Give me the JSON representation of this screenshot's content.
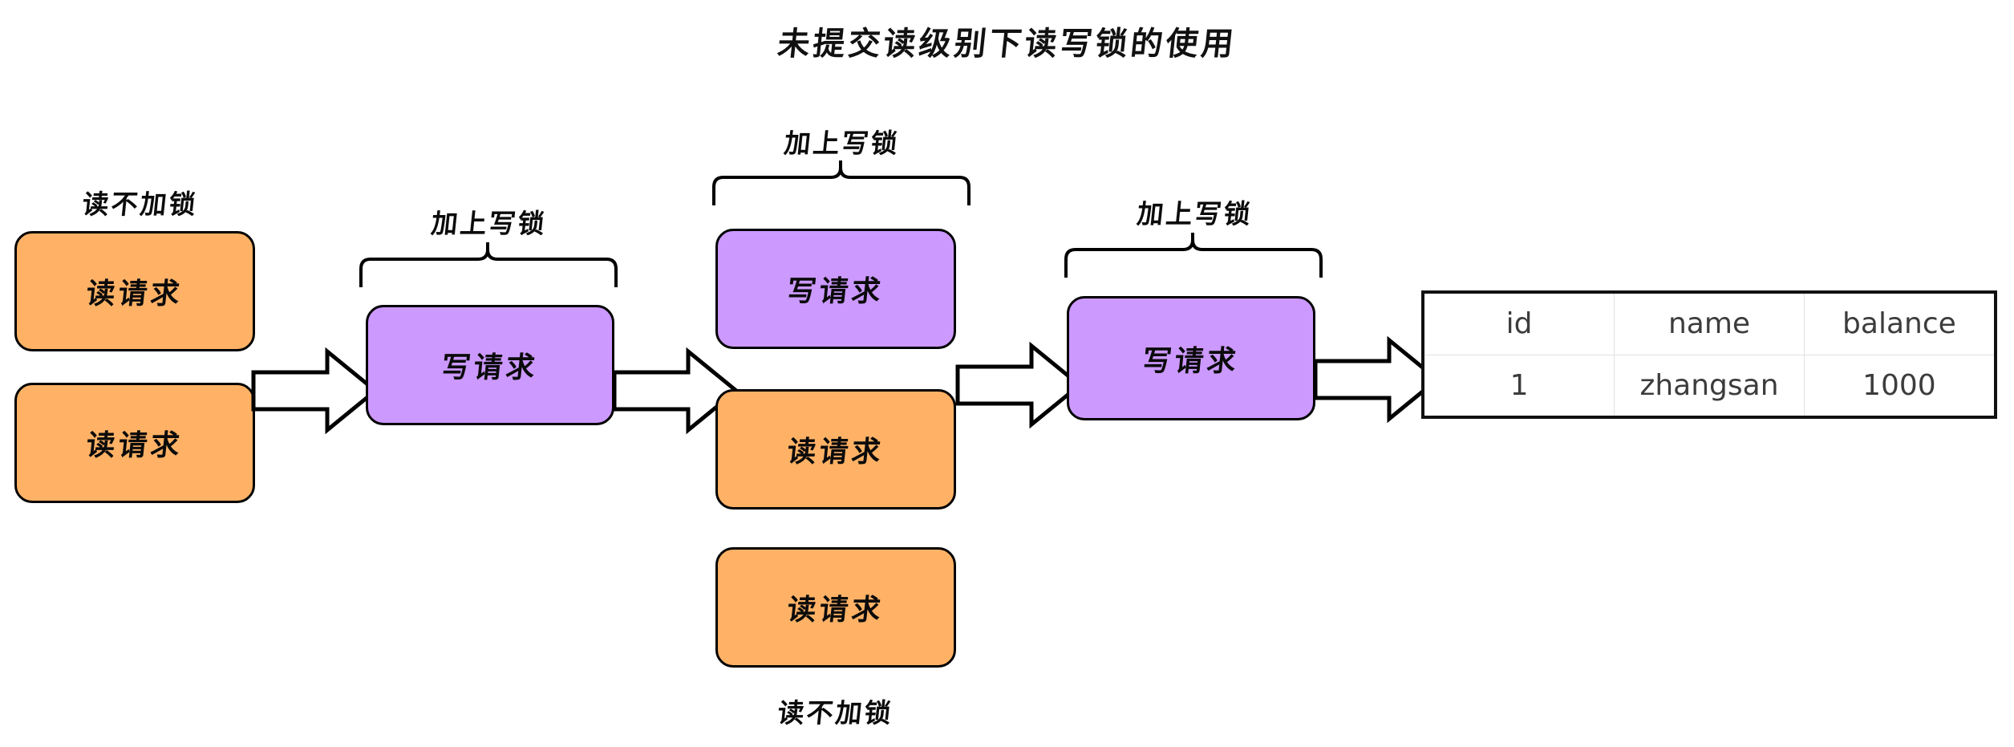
{
  "title": "未提交读级别下读写锁的使用",
  "groups": [
    {
      "id": "group-read-1",
      "top_label": "读不加锁",
      "boxes": [
        {
          "label": "读请求",
          "kind": "read"
        },
        {
          "label": "读请求",
          "kind": "read"
        }
      ]
    },
    {
      "id": "group-write-1",
      "top_label": "加上写锁",
      "boxes": [
        {
          "label": "写请求",
          "kind": "write"
        }
      ]
    },
    {
      "id": "group-write-read",
      "top_label": "加上写锁",
      "bottom_label": "读不加锁",
      "boxes": [
        {
          "label": "写请求",
          "kind": "write"
        },
        {
          "label": "读请求",
          "kind": "read"
        },
        {
          "label": "读请求",
          "kind": "read"
        }
      ]
    },
    {
      "id": "group-write-2",
      "top_label": "加上写锁",
      "boxes": [
        {
          "label": "写请求",
          "kind": "write"
        }
      ]
    }
  ],
  "arrows": [
    {
      "name": "arrow-1"
    },
    {
      "name": "arrow-2"
    },
    {
      "name": "arrow-3"
    },
    {
      "name": "arrow-4"
    }
  ],
  "table": {
    "columns": [
      "id",
      "name",
      "balance"
    ],
    "rows": [
      [
        "1",
        "zhangsan",
        "1000"
      ]
    ]
  },
  "colors": {
    "read_fill": "#FFB266",
    "write_fill": "#CC99FF",
    "stroke": "#000000",
    "background": "#FFFFFF",
    "table_text": "#3C3C3C",
    "table_border": "#111111"
  }
}
